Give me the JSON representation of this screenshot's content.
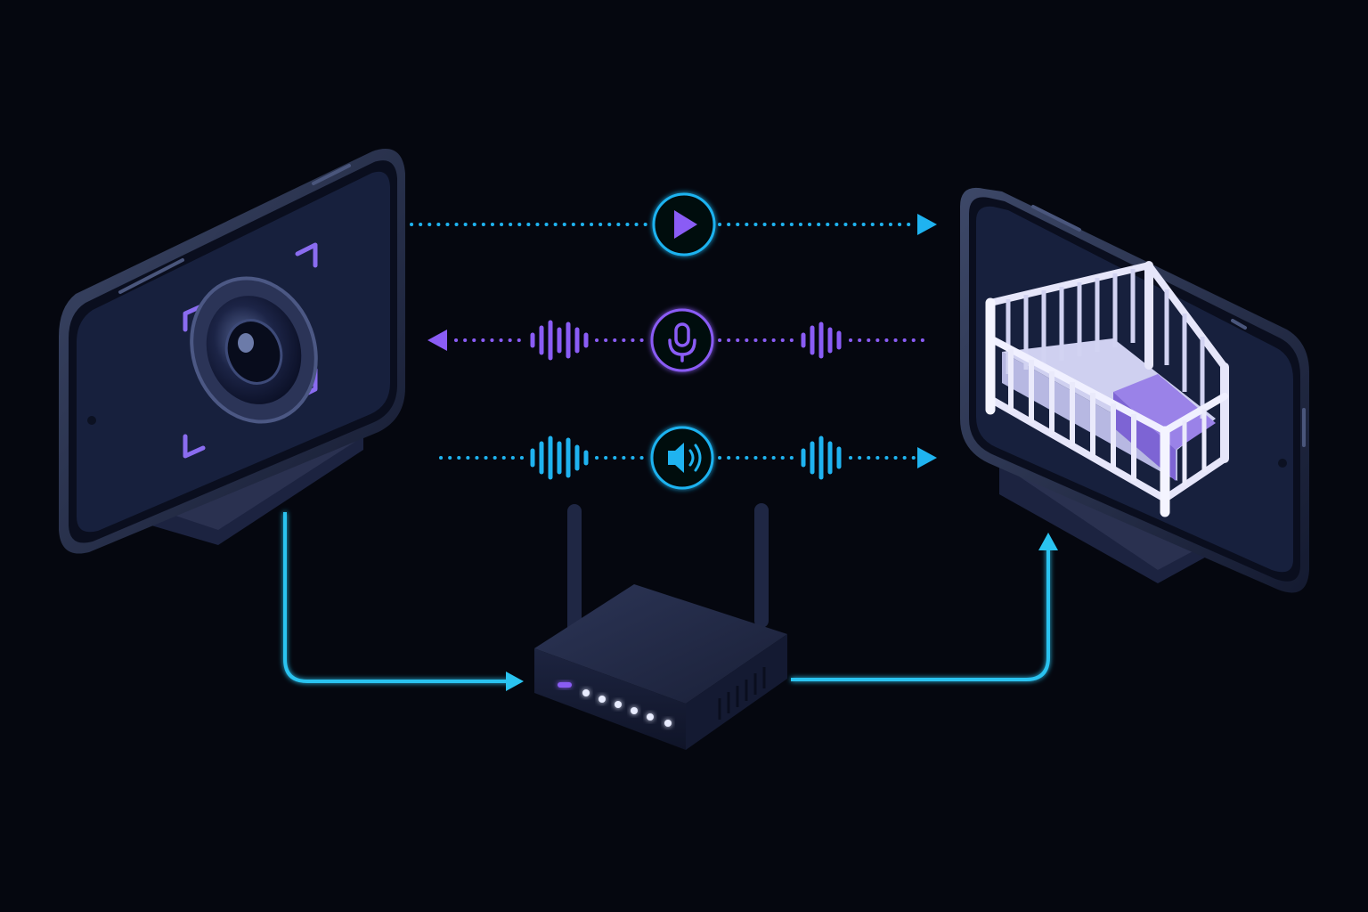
{
  "colors": {
    "background": "#05070f",
    "cyan": "#1fb3f0",
    "link_cyan": "#2ac3f0",
    "violet": "#8a5cf5",
    "device_body": "#1a2036",
    "device_bezel": "#3b4564",
    "screen": "#17203d",
    "stand": "#2a3150",
    "led": "#e8ecff",
    "led_accent": "#8a5cf5",
    "crib": "#dcdcf5",
    "blanket": "#9a82e8"
  },
  "devices": {
    "camera_phone": {
      "icon": "camera-lens-icon",
      "role": "camera device"
    },
    "viewer_phone": {
      "icon": "crib-icon",
      "role": "parent viewer"
    },
    "router": {
      "icon": "wifi-router-icon",
      "antennas": 2,
      "leds": 6,
      "accent_leds": 1
    }
  },
  "streams": [
    {
      "id": "video",
      "icon": "play-icon",
      "direction": "to-viewer",
      "color": "cyan",
      "waveform": false
    },
    {
      "id": "microphone",
      "icon": "microphone-icon",
      "direction": "to-camera",
      "color": "violet",
      "waveform": true
    },
    {
      "id": "speaker",
      "icon": "speaker-icon",
      "direction": "to-viewer",
      "color": "cyan",
      "waveform": true
    }
  ],
  "network_links": [
    {
      "from": "camera_phone",
      "to": "router"
    },
    {
      "from": "router",
      "to": "viewer_phone"
    }
  ]
}
